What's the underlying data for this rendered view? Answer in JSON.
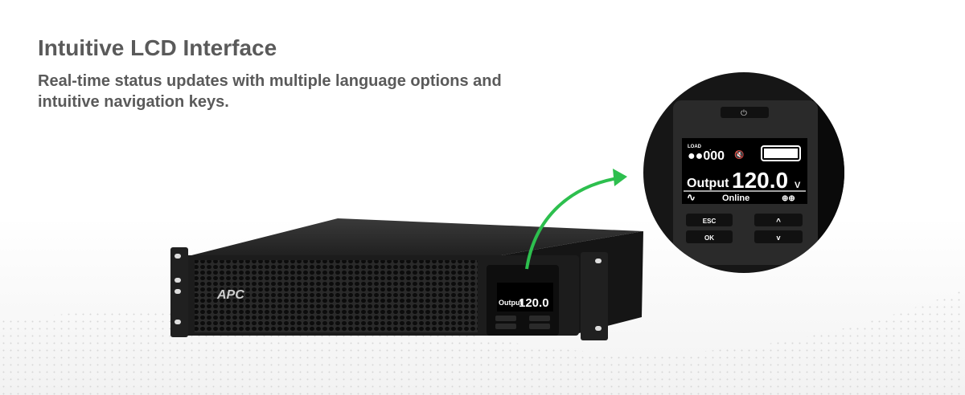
{
  "heading": "Intuitive LCD Interface",
  "subheading": "Real-time status updates with multiple language options and intuitive navigation keys.",
  "brand_logo": "APC",
  "lcd": {
    "load_label": "LOAD",
    "output_label": "Output",
    "output_value": "120.0",
    "output_unit": "V",
    "status": "Online",
    "icons": [
      "power-icon",
      "load-bars-icon",
      "mute-icon",
      "battery-icon",
      "sine-wave-icon",
      "outlet-icon"
    ]
  },
  "keys": {
    "esc": "ESC",
    "ok": "OK",
    "up": "^",
    "down": "v"
  },
  "colors": {
    "heading": "#5a5a5a",
    "arrow": "#2dbf4e",
    "device": "#1b1b1b"
  }
}
